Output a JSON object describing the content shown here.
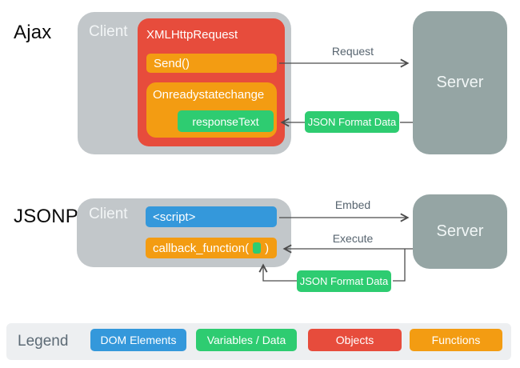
{
  "palette": {
    "red_objects": "#e74c3c",
    "orange_functions": "#f39c12",
    "green_variables": "#2ecc71",
    "blue_dom": "#3498db",
    "client_gray": "#c2c7ca",
    "server_gray": "#95a5a4",
    "legend_background": "#edeff1",
    "arrow_color": "#4c4c4c",
    "arrow_label_color": "#57646f"
  },
  "ajax": {
    "title": "Ajax",
    "client_label": "Client",
    "xhr_label": "XMLHttpRequest",
    "send_label": "Send()",
    "onready_label": "Onreadystatechange",
    "response_label": "responseText",
    "server_label": "Server",
    "request_arrow_label": "Request",
    "json_data_label": "JSON Format Data"
  },
  "jsonp": {
    "title": "JSONP",
    "client_label": "Client",
    "script_label": "<script>",
    "callback_prefix": "callback_function(",
    "callback_suffix": ")",
    "server_label": "Server",
    "embed_arrow_label": "Embed",
    "execute_arrow_label": "Execute",
    "json_data_label": "JSON Format Data"
  },
  "legend": {
    "title": "Legend",
    "items": [
      {
        "label": "DOM Elements",
        "color": "#3498db"
      },
      {
        "label": "Variables / Data",
        "color": "#2ecc71"
      },
      {
        "label": "Objects",
        "color": "#e74c3c"
      },
      {
        "label": "Functions",
        "color": "#f39c12"
      }
    ]
  }
}
